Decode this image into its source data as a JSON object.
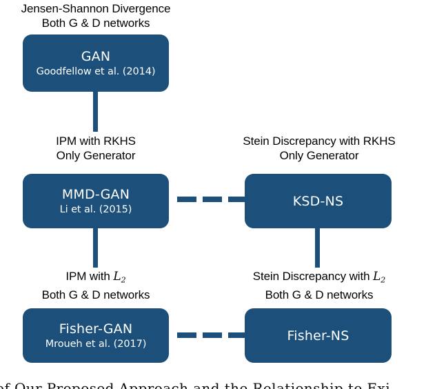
{
  "figure": {
    "title": "Overview of Our Proposed Approach and the Relationship to Existing GAN Variants",
    "background_color": "#ffffff",
    "node_color": "#1C4F79",
    "node_text_color": "#ffffff",
    "label_text_color": "#000000",
    "connector_color": "#1C4F79"
  },
  "edge_labels": {
    "gan_top": {
      "line1": "Jensen-Shannon Divergence",
      "line2": "Both G & D networks"
    },
    "mmd_top": {
      "line1": "IPM with RKHS",
      "line2": "Only Generator"
    },
    "ksd_top": {
      "line1": "Stein Discrepancy with RKHS",
      "line2": "Only Generator"
    },
    "fisher_gan_top": {
      "line1_prefix": "IPM with ",
      "line1_symbol": "L",
      "line1_subscript": "2",
      "line2": "Both G & D networks"
    },
    "fisher_ns_top": {
      "line1_prefix": "Stein Discrepancy with ",
      "line1_symbol": "L",
      "line1_subscript": "2",
      "line2": "Both G & D networks"
    }
  },
  "nodes": {
    "gan": {
      "title": "GAN",
      "citation": "Goodfellow et al. (2014)"
    },
    "mmd_gan": {
      "title": "MMD-GAN",
      "citation": "Li et al. (2015)"
    },
    "ksd_ns": {
      "title": "KSD-NS",
      "citation": ""
    },
    "fisher_gan": {
      "title": "Fisher-GAN",
      "citation": "Mroueh et al. (2017)"
    },
    "fisher_ns": {
      "title": "Fisher-NS",
      "citation": ""
    }
  },
  "connectors": {
    "gan_to_mmd": "vertical-solid",
    "mmd_to_fisher_gan": "vertical-solid",
    "ksd_to_fisher_ns": "vertical-solid",
    "mmd_to_ksd": "horizontal-dashed",
    "fisher_gan_to_fisher_ns": "horizontal-dashed",
    "dash_count": 3
  },
  "caption": {
    "text": "of Our Proposed Approach and the Relationship to Exi"
  }
}
